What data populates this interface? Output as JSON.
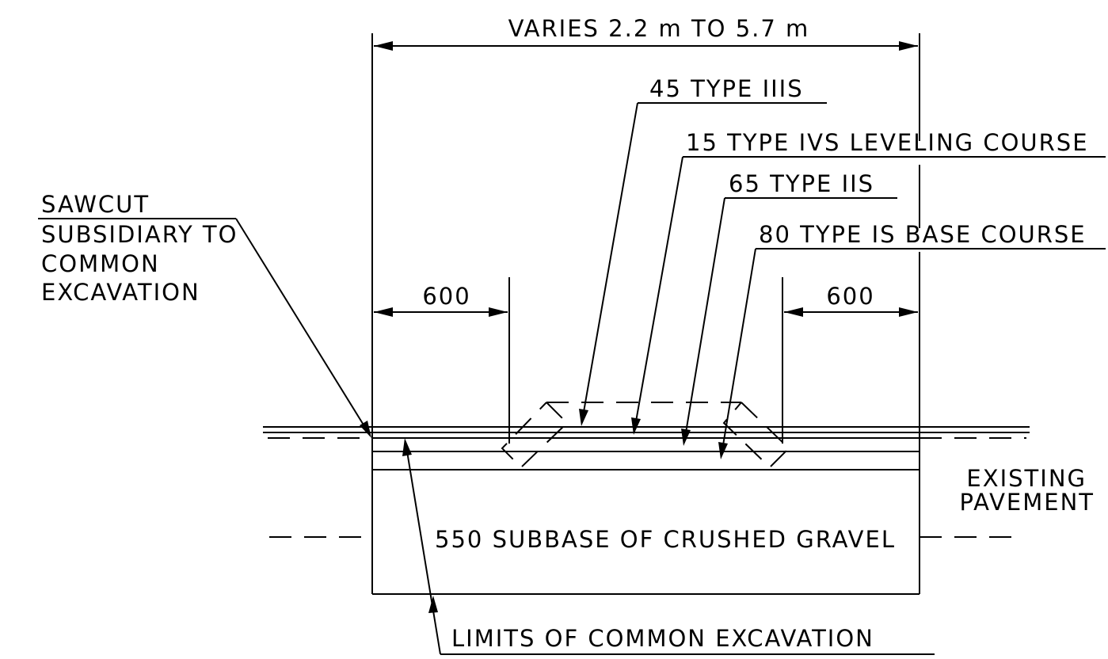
{
  "dimensions": {
    "overall_width": "VARIES 2.2 m TO 5.7 m",
    "left_offset": "600",
    "right_offset": "600"
  },
  "layers": {
    "wearing_course": "45 TYPE IIIS",
    "leveling_course": "15 TYPE IVS LEVELING COURSE",
    "binder_course": "65 TYPE IIS",
    "base_course": "80 TYPE IS BASE COURSE",
    "subbase": "550 SUBBASE OF CRUSHED GRAVEL"
  },
  "notes": {
    "sawcut": [
      "SAWCUT",
      "SUBSIDIARY TO",
      "COMMON",
      "EXCAVATION"
    ],
    "existing_pavement": [
      "EXISTING",
      "PAVEMENT"
    ],
    "excavation_limits": "LIMITS OF COMMON EXCAVATION"
  },
  "colors": {
    "ink": "#000000",
    "paper": "#ffffff"
  }
}
